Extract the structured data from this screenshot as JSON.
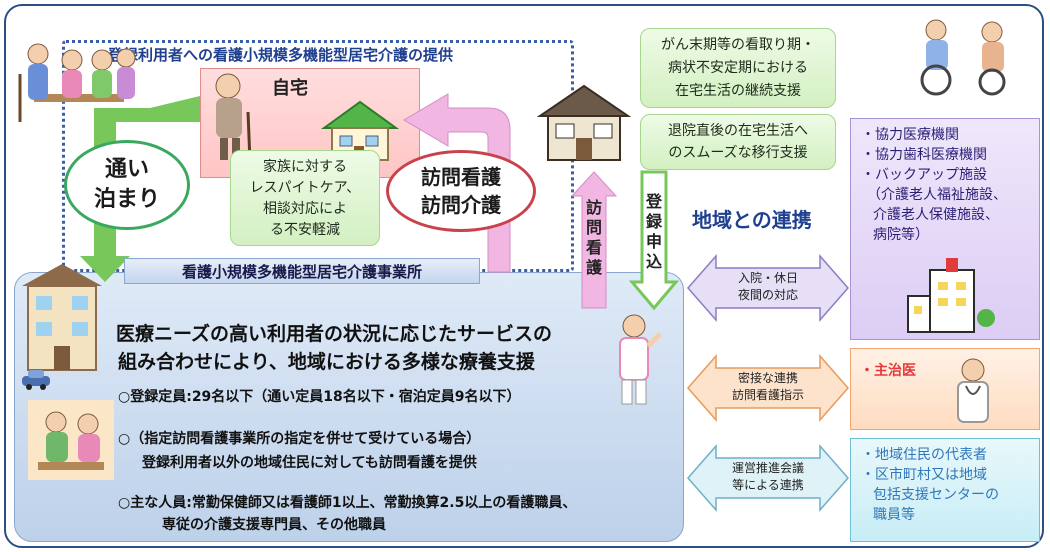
{
  "service_area_title": "登録利用者への看護小規模多機能型居宅介護の提供",
  "home": {
    "title": "自宅",
    "family_support_lines": [
      "家族に対する",
      "レスパイトケア、",
      "相談対応によ",
      "る不安軽減"
    ]
  },
  "visit_stay": {
    "line1": "通い",
    "line2": "泊まり"
  },
  "home_visit": {
    "line1": "訪問看護",
    "line2": "訪問介護"
  },
  "terminal_care": [
    "がん末期等の看取り期・",
    "病状不安定期における",
    "在宅生活の継続支援"
  ],
  "discharge_support": [
    "退院直後の在宅生活へ",
    "のスムーズな移行支援"
  ],
  "visiting_nursing_vertical": "訪問看護",
  "registration_vertical": "登録申込",
  "community": {
    "title": "地域との連携"
  },
  "office_band": "看護小規模多機能型居宅介護事業所",
  "office": {
    "headline": [
      "医療ニーズの高い利用者の状況に応じたサービスの",
      "組み合わせにより、地域における多様な療養支援"
    ],
    "capacity": "○登録定員:29名以下（通い定員18名以下・宿泊定員9名以下）",
    "designated": "○（指定訪問看護事業所の指定を併せて受けている場合）",
    "designated_sub": "登録利用者以外の地域住民に対しても訪問看護を提供",
    "staff_line1": "○主な人員:常勤保健師又は看護師1以上、常勤換算2.5以上の看護職員、",
    "staff_line2": "専従の介護支援専門員、その他職員"
  },
  "arrows": {
    "hospital": [
      "入院・休日",
      "夜間の対応"
    ],
    "doctor": [
      "密接な連携",
      "訪問看護指示"
    ],
    "council": [
      "運営推進会議",
      "等による連携"
    ]
  },
  "partners": {
    "medical": [
      "・協力医療機関",
      "・協力歯科医療機関",
      "・バックアップ施設",
      "（介護老人福祉施設、",
      "介護老人保健施設、",
      "病院等）"
    ],
    "physician": "・主治医",
    "community": [
      "・地域住民の代表者",
      "・区市町村又は地域",
      "包括支援センターの",
      "職員等"
    ]
  },
  "colors": {
    "frame": "#2c4f83",
    "title_blue": "#1f3f8f",
    "arrow_green": "#77c75a",
    "arrow_pink": "#f2b6e2",
    "physician_red": "#e23b3b"
  }
}
